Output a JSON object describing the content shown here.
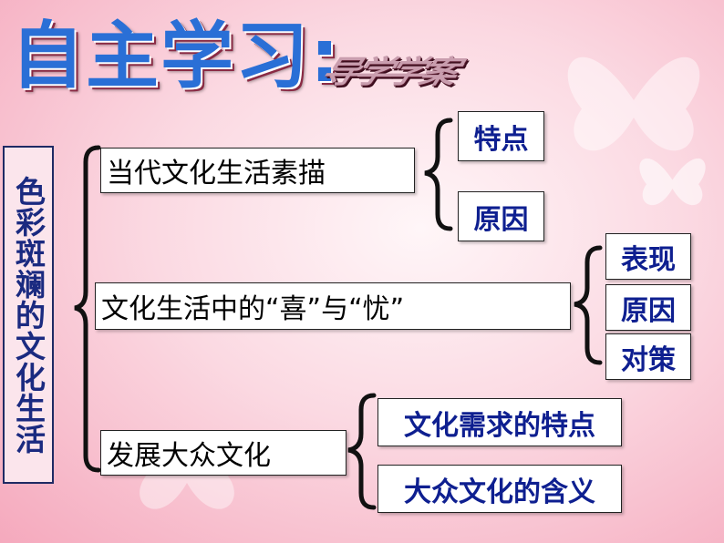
{
  "title": "自主学习:",
  "logo_text": "导学学案",
  "vertical_title": "色彩斑斓的文化生活",
  "branches": [
    {
      "label": "当代文化生活素描",
      "items": [
        "特点",
        "原因"
      ]
    },
    {
      "label": "文化生活中的“喜”与“忧”",
      "items": [
        "表现",
        "原因",
        "对策"
      ]
    },
    {
      "label": "发展大众文化",
      "items": [
        "文化需求的特点",
        "大众文化的含义"
      ]
    }
  ],
  "colors": {
    "title": "#2a6fd6",
    "item_text": "#0e1f90",
    "vertical_text": "#1a2a80",
    "background": "#f9c6d3"
  }
}
